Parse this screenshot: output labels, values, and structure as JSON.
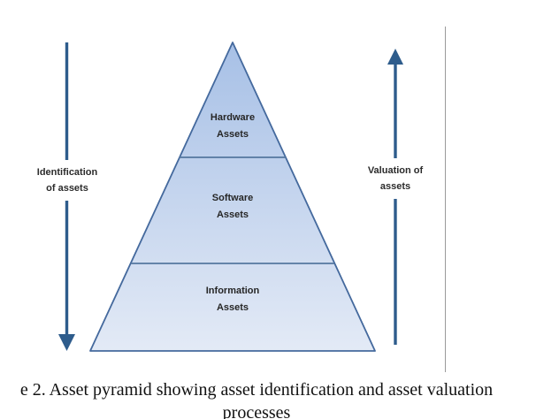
{
  "diagram": {
    "pyramid": {
      "levels": [
        {
          "name": "hardware",
          "line1": "Hardware",
          "line2": "Assets"
        },
        {
          "name": "software",
          "line1": "Software",
          "line2": "Assets"
        },
        {
          "name": "information",
          "line1": "Information",
          "line2": "Assets"
        }
      ],
      "fill_top": "#a7c0e6",
      "fill_bottom": "#e3eaf6",
      "border_color": "#44699d",
      "divider_color": "#54779f"
    },
    "left_arrow": {
      "direction": "down",
      "line1": "Identification",
      "line2": "of assets",
      "color": "#2e5c8c"
    },
    "right_arrow": {
      "direction": "up",
      "line1": "Valuation of",
      "line2": "assets",
      "color": "#2e5c8c"
    },
    "frame_line_color": "#9a9a9a"
  },
  "caption": {
    "line1": "e 2. Asset pyramid showing asset identification and asset valuation",
    "line2": "processes"
  }
}
